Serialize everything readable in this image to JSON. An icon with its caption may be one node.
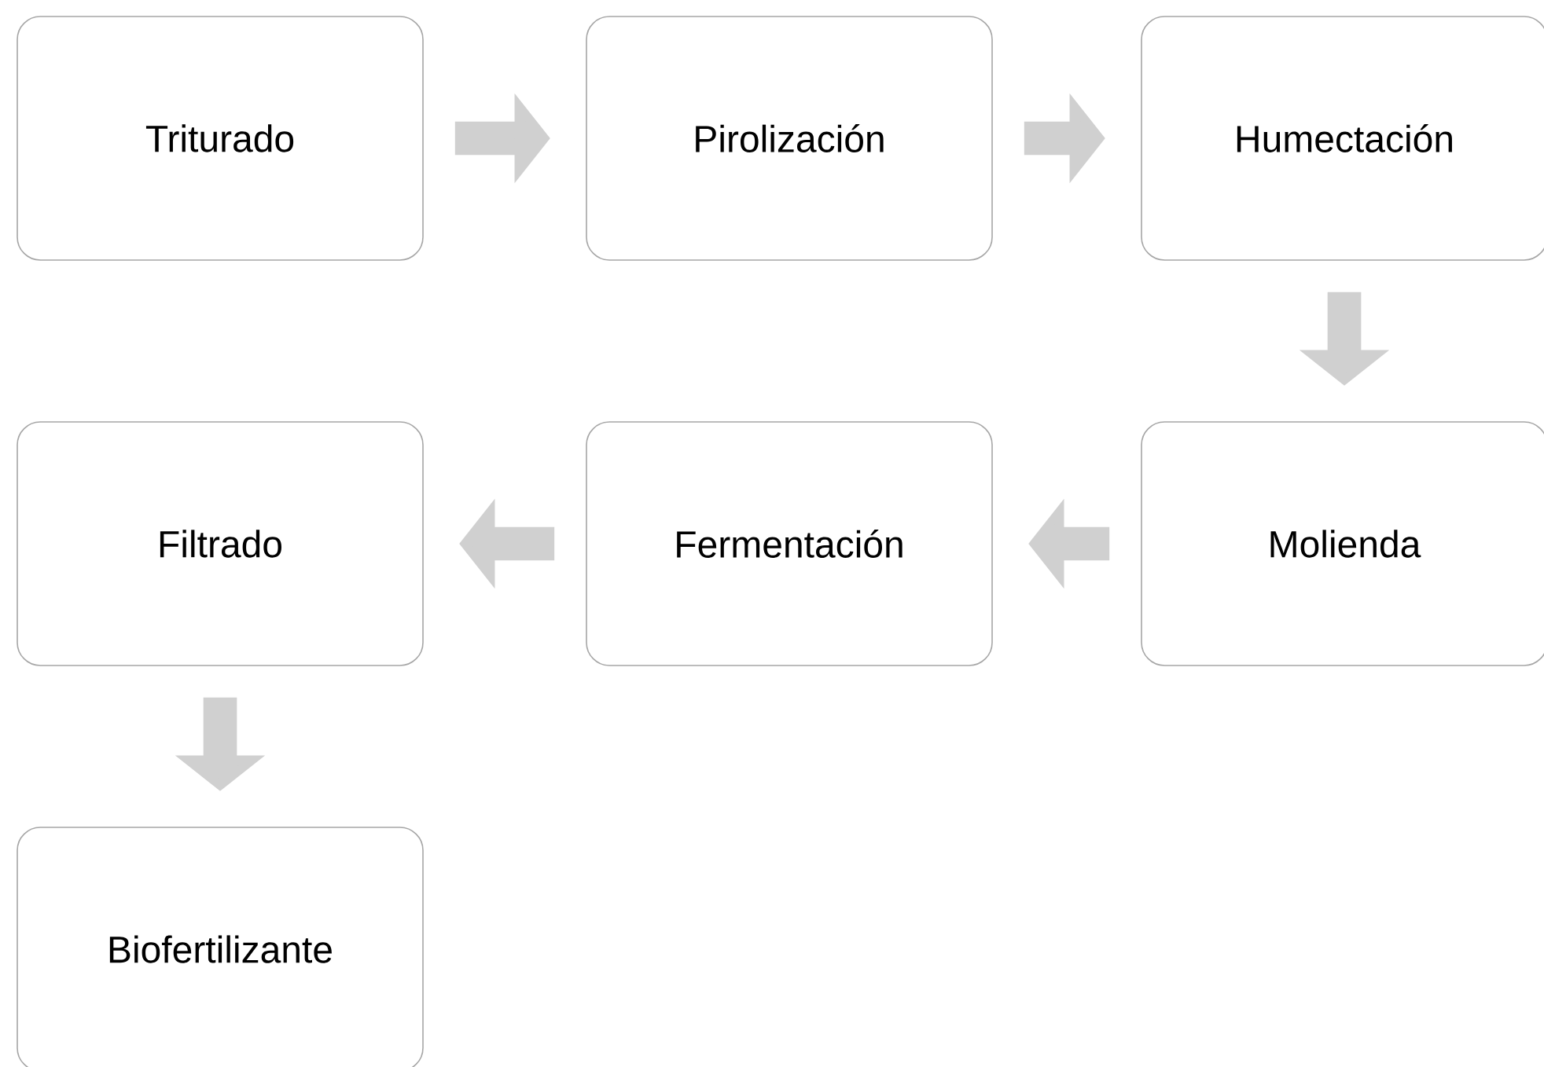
{
  "diagram": {
    "nodes": [
      {
        "text": [
          "Triturado"
        ]
      },
      {
        "text": [
          "Pirolización"
        ]
      },
      {
        "text": [
          "Humectación"
        ]
      },
      {
        "text": [
          "Molienda"
        ]
      },
      {
        "text": [
          "Fermentación"
        ]
      },
      {
        "text": [
          "Filtrado"
        ]
      },
      {
        "text": [
          "Biofertilizante"
        ]
      }
    ],
    "edges": [
      {
        "from": 0,
        "to": 1,
        "arrow": "to"
      },
      {
        "from": 1,
        "to": 2,
        "arrow": "to"
      },
      {
        "from": 2,
        "to": 3,
        "arrow": "to"
      },
      {
        "from": 3,
        "to": 4,
        "arrow": "to"
      },
      {
        "from": 4,
        "to": 5,
        "arrow": "to"
      },
      {
        "from": 5,
        "to": 6,
        "arrow": "to"
      }
    ]
  }
}
